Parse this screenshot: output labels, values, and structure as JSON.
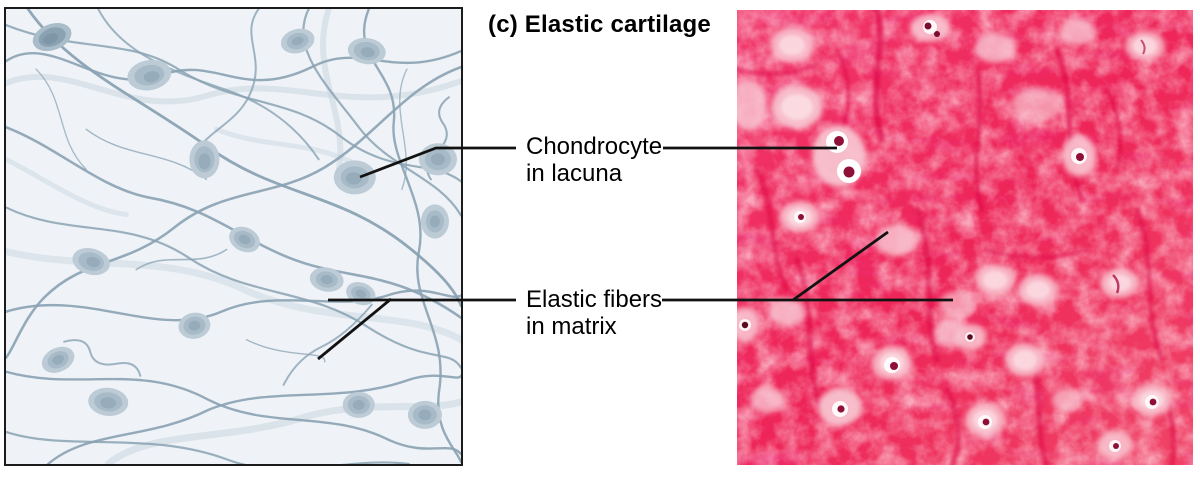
{
  "figure": {
    "title": "(c) Elastic cartilage",
    "labels": {
      "chondrocyte": {
        "line1": "Chondrocyte",
        "line2": "in lacuna"
      },
      "elastic_fibers": {
        "line1": "Elastic fibers",
        "line2": "in matrix"
      }
    },
    "colors": {
      "illustration_background": "#eff3f7",
      "illustration_fiber": "#8aa2b3",
      "illustration_fiber_light": "#c6d4dd",
      "illustration_cell": "#bccbd5",
      "illustration_nucleus": "#93a9b8",
      "micrograph_matrix": "#ee2558",
      "micrograph_fiber": "#dc0a44",
      "micrograph_cell": "#f8c3cf",
      "micrograph_lacuna": "#ffffff",
      "micrograph_nucleus": "#8e1038",
      "leader_line": "#121212",
      "panel_border": "#1b1b1b",
      "text": "#000000"
    }
  }
}
